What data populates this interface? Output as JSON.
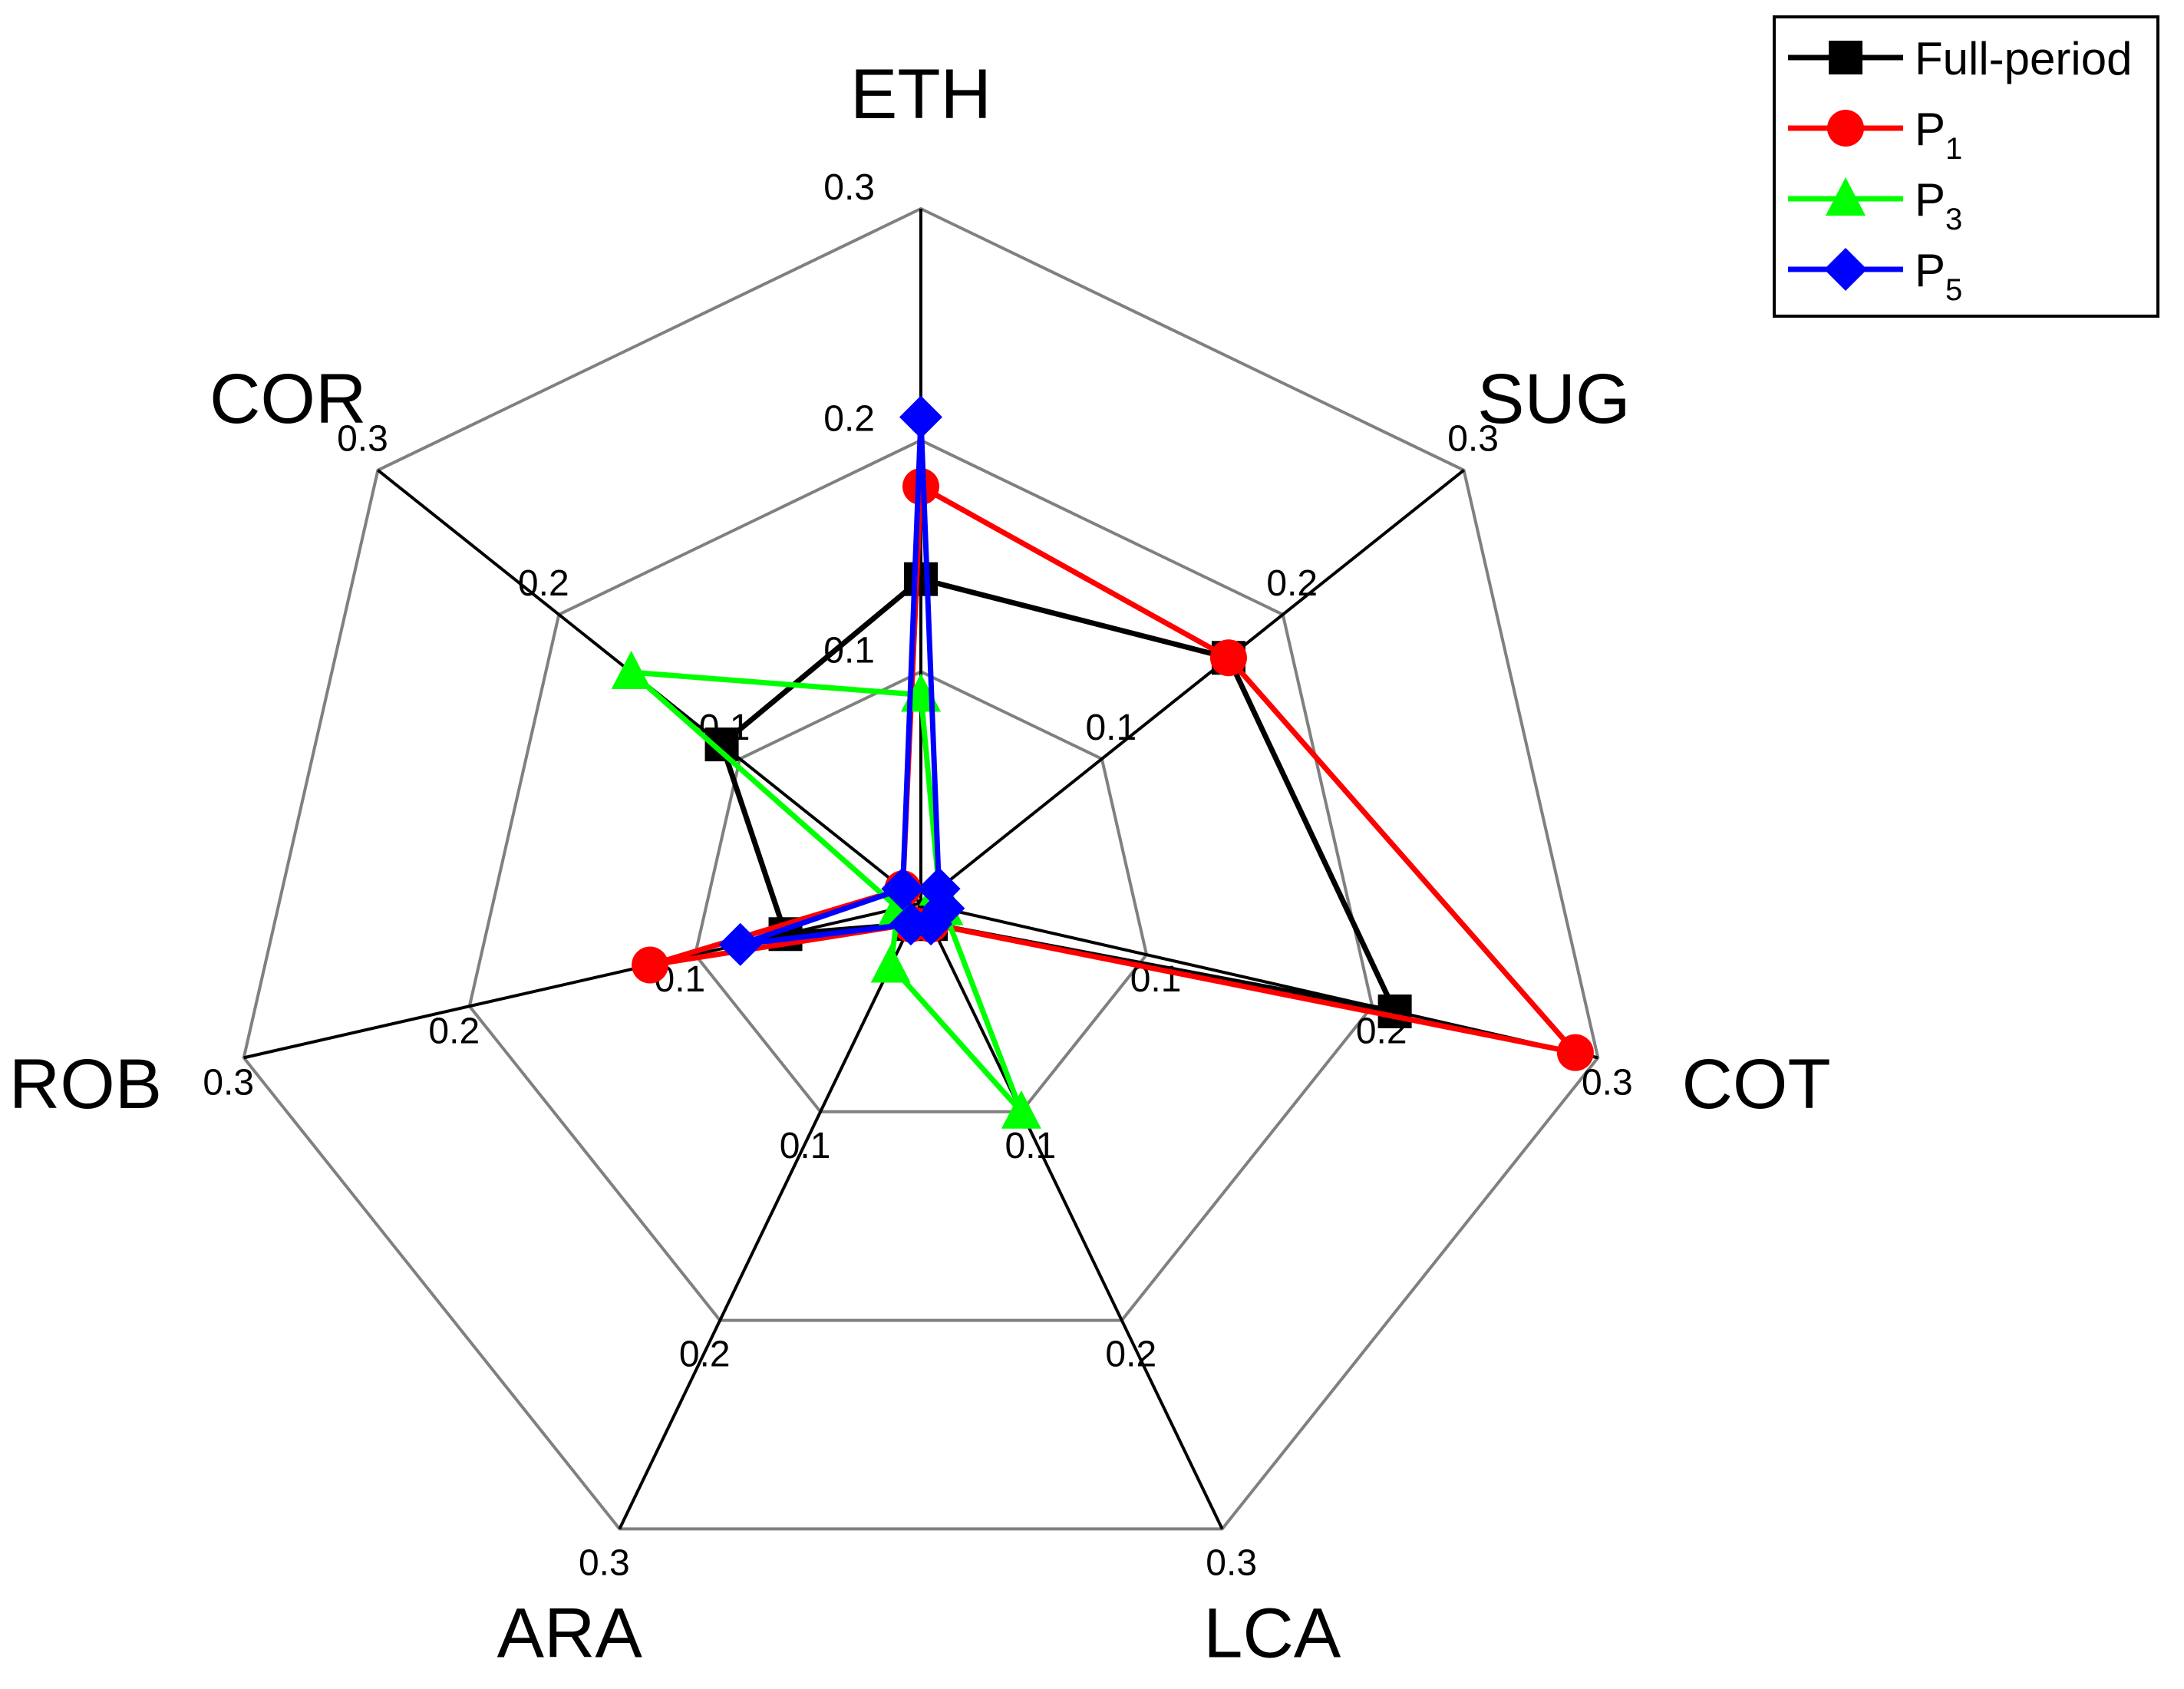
{
  "chart_data": {
    "type": "radar",
    "axes": [
      "ETH",
      "SUG",
      "COT",
      "LCA",
      "ARA",
      "ROB",
      "COR"
    ],
    "tick_labels": [
      "0.1",
      "0.2",
      "0.3"
    ],
    "range": [
      0,
      0.3
    ],
    "grid": true,
    "legend_position": "top-right",
    "series": [
      {
        "name": "Full-period",
        "name_base": "Full-period",
        "name_sub": "",
        "color": "#000000",
        "marker": "square",
        "values": [
          0.14,
          0.17,
          0.21,
          0.01,
          0.01,
          0.06,
          0.11
        ]
      },
      {
        "name": "P1",
        "name_base": "P",
        "name_sub": "1",
        "color": "#ff0000",
        "marker": "circle",
        "values": [
          0.18,
          0.17,
          0.29,
          0.01,
          0.01,
          0.12,
          0.01
        ]
      },
      {
        "name": "P3",
        "name_base": "P",
        "name_sub": "3",
        "color": "#00ff00",
        "marker": "triangle",
        "values": [
          0.09,
          0.01,
          0.01,
          0.1,
          0.03,
          0.01,
          0.16
        ]
      },
      {
        "name": "P5",
        "name_base": "P",
        "name_sub": "5",
        "color": "#0000ff",
        "marker": "diamond",
        "values": [
          0.21,
          0.01,
          0.01,
          0.01,
          0.01,
          0.08,
          0.01
        ]
      }
    ]
  }
}
